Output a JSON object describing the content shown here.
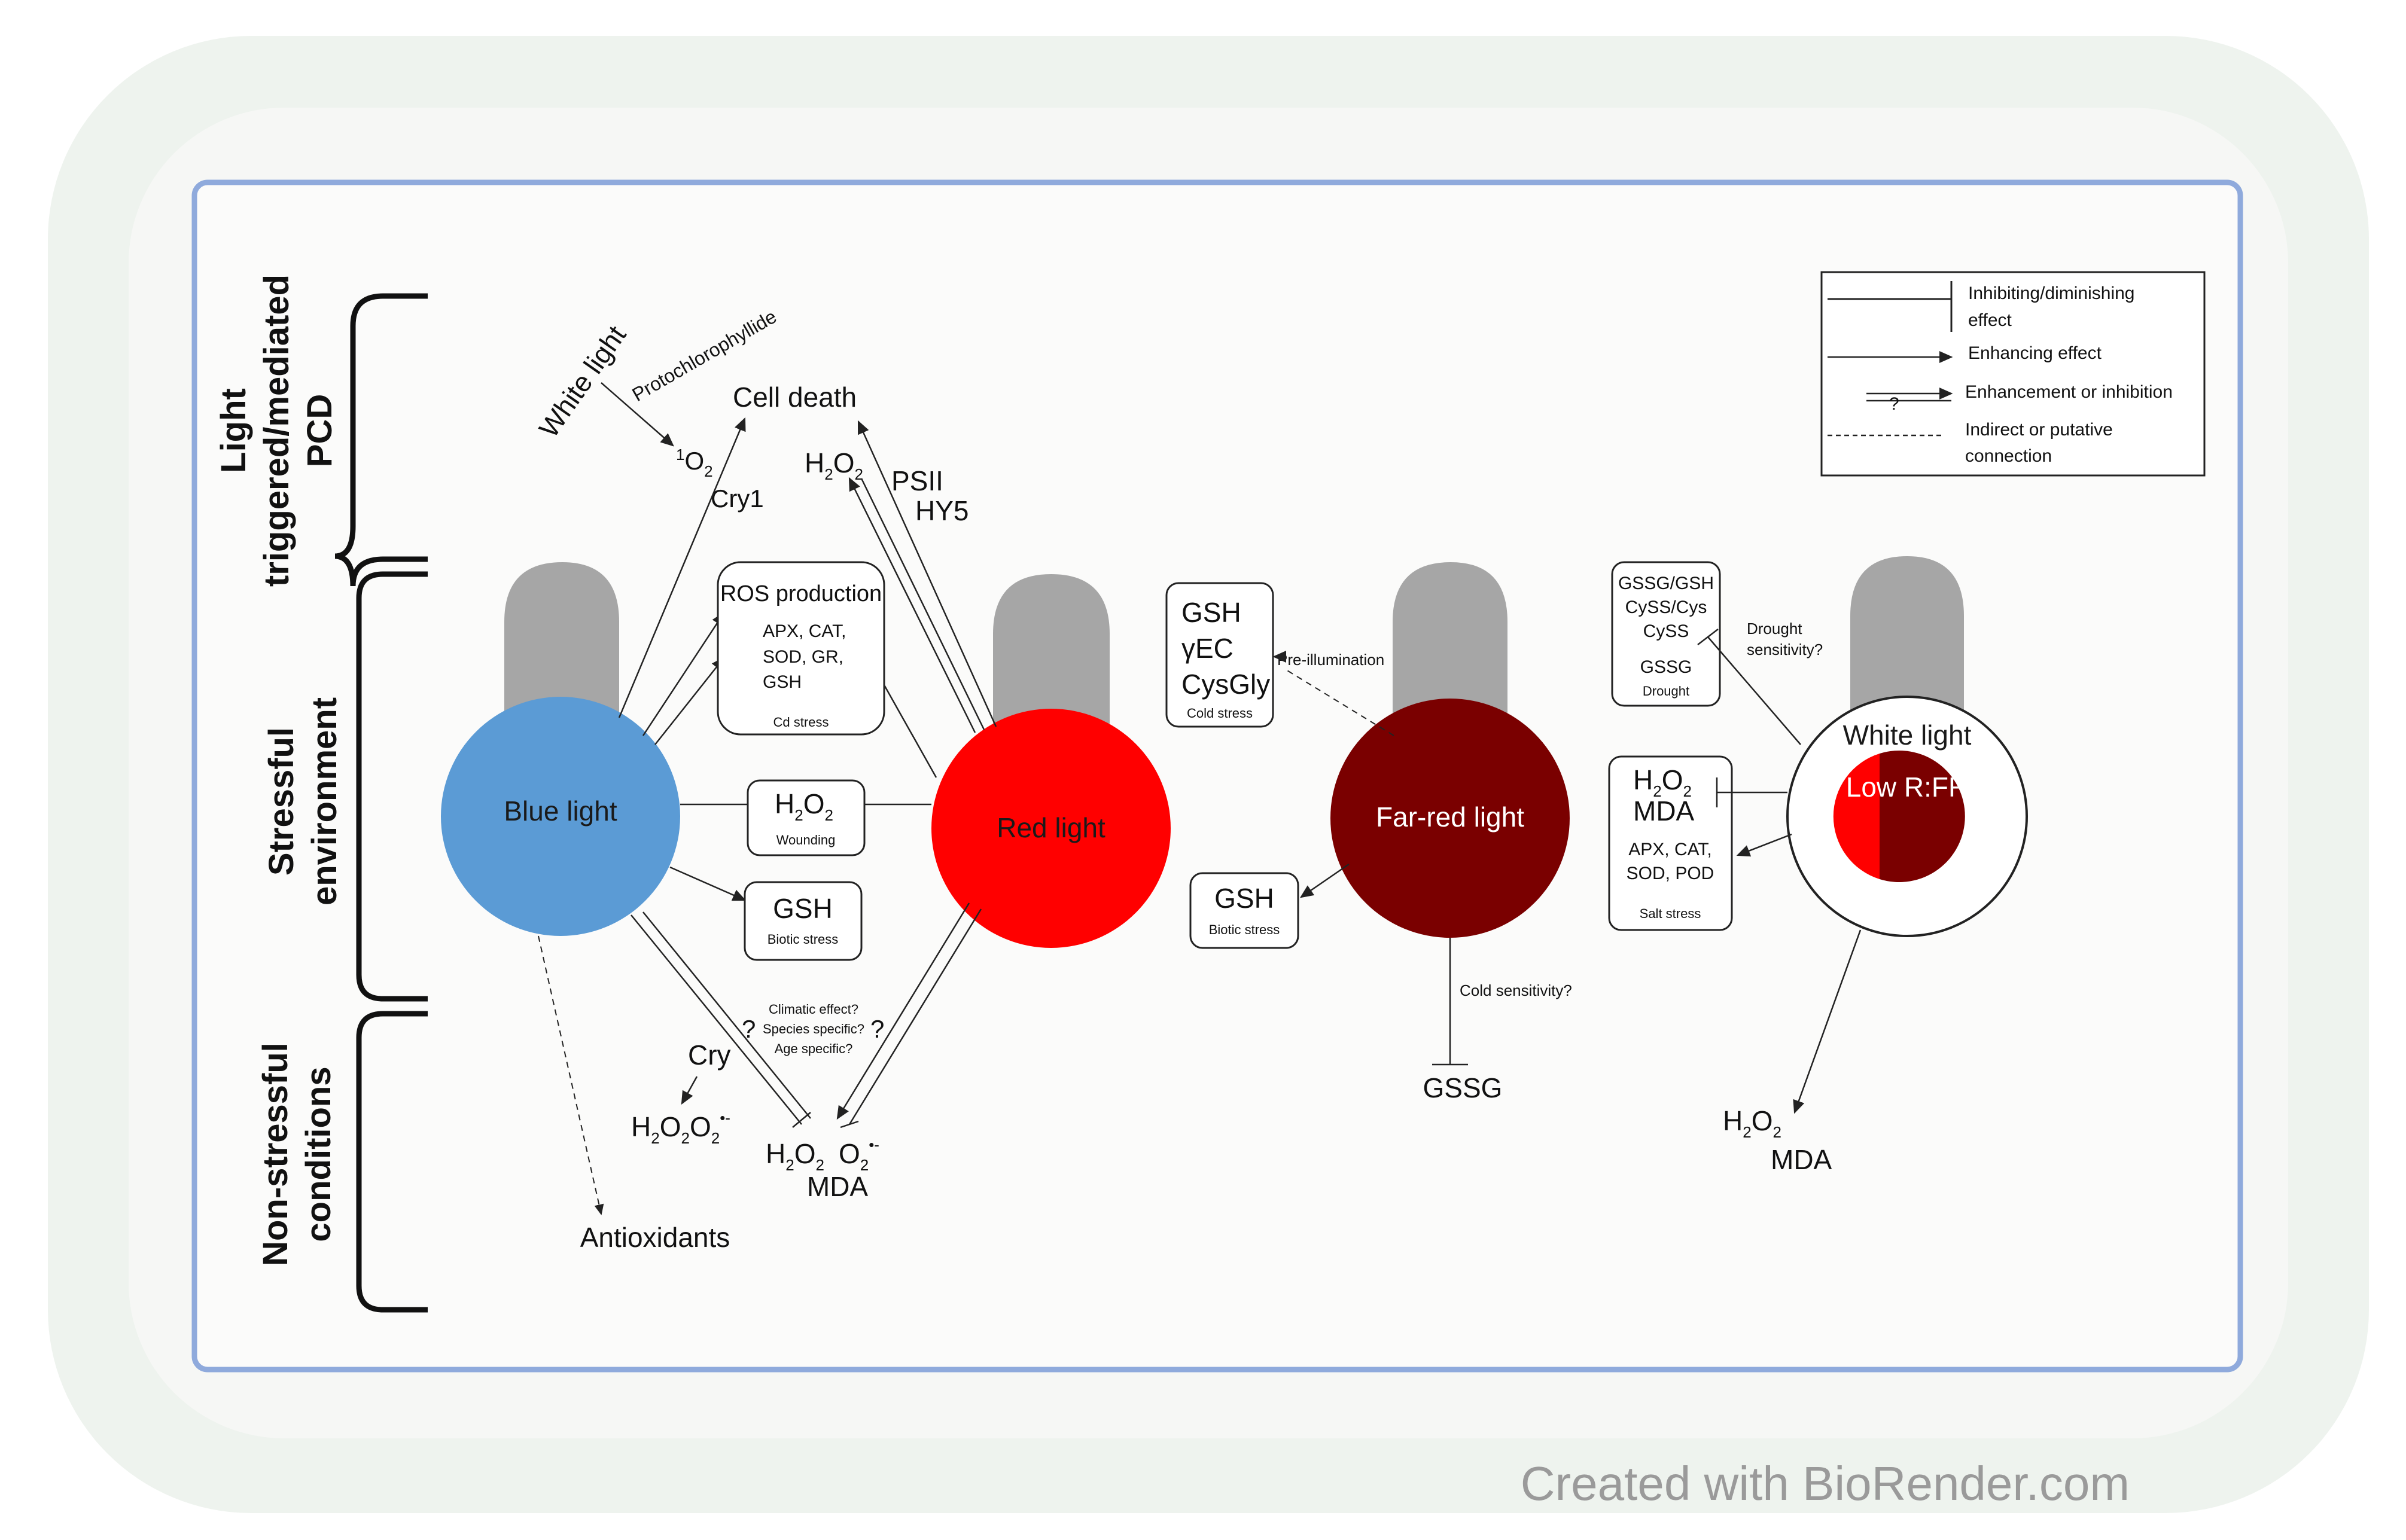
{
  "sections": {
    "pcd": [
      "Light",
      "triggered/mediated",
      "PCD"
    ],
    "stress": [
      "Stressful",
      "environment"
    ],
    "nonstress": [
      "Non-stressful",
      "conditions"
    ]
  },
  "bulbs": {
    "blue": "Blue light",
    "red": "Red light",
    "farred": "Far-red light",
    "white": "White light",
    "lowrfr": "Low R:FR"
  },
  "colors": {
    "blue": "#5b9bd5",
    "red": "#ff0000",
    "farred": "#7a0000",
    "bulbcap": "#a6a6a6",
    "frame": "#8faadc",
    "outer": "#eef3ee"
  },
  "pcd_labels": {
    "white_light": "White light",
    "protochlorophyllide": "Protochlorophyllide",
    "singlet_sup": "1",
    "singlet_o": "O",
    "singlet_sub": "2",
    "cry1": "Cry1",
    "cell_death": "Cell death",
    "h": "H",
    "two": "2",
    "o": "O",
    "psii": "PSII",
    "hy5": "HY5"
  },
  "boxes": {
    "ros_title": "ROS production",
    "ros_l1": "APX, CAT,",
    "ros_l2": "SOD, GR,",
    "ros_l3": "GSH",
    "ros_note": "Cd stress",
    "wound_note": "Wounding",
    "gsh1": "GSH",
    "gsh1_note": "Biotic stress",
    "gsh2_1": "GSH",
    "gsh2_2": "γEC",
    "gsh2_3": "CysGly",
    "gsh2_note": "Cold stress",
    "gsh3": "GSH",
    "gsh3_note": "Biotic stress",
    "dr_1": "GSSG/GSH",
    "dr_2": "CySS/Cys",
    "dr_3": "CySS",
    "dr_4": "GSSG",
    "dr_note": "Drought",
    "salt_mda": "MDA",
    "salt_l1": "APX, CAT,",
    "salt_l2": "SOD, POD",
    "salt_note": "Salt stress"
  },
  "annotations": {
    "preillum": "Pre-illumination",
    "drought_q1": "Drought",
    "drought_q2": "sensitivity?",
    "cold_q": "Cold sensitivity?",
    "gssg": "GSSG",
    "climatic": "Climatic effect?",
    "species": "Species specific?",
    "age": "Age specific?",
    "qmark": "?",
    "cry": "Cry",
    "mda": "MDA",
    "antioxidants": "Antioxidants",
    "rad": "•-"
  },
  "legend": {
    "inhibit1": "Inhibiting/diminishing",
    "inhibit2": "effect",
    "enhance": "Enhancing effect",
    "both": "Enhancement or inhibition",
    "qmark": "?",
    "indirect1": "Indirect or putative",
    "indirect2": "connection"
  },
  "credit": "Created with BioRender.com"
}
